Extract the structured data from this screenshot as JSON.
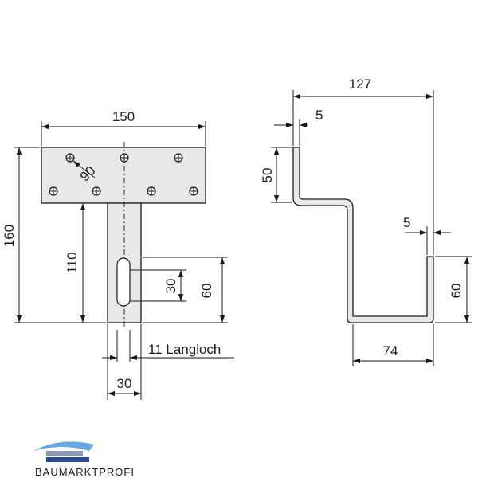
{
  "dimensions": {
    "front_width": "150",
    "front_height": "160",
    "stem_height": "110",
    "slot_length": "30",
    "slot_offset": "60",
    "hole_angle": "90",
    "slot_width": "30",
    "slot_note": "11 Langloch",
    "side_total": "127",
    "flange_thickness": "5",
    "flange_height": "50",
    "hook_thickness": "5",
    "hook_height": "60",
    "hook_width": "74"
  },
  "brand": {
    "name": "BAUMARKTPROFI",
    "color": "#2a4a8a",
    "accent": "#6aa6e0"
  },
  "colors": {
    "line": "#1a1a1a",
    "fill": "#e8e8e8"
  }
}
